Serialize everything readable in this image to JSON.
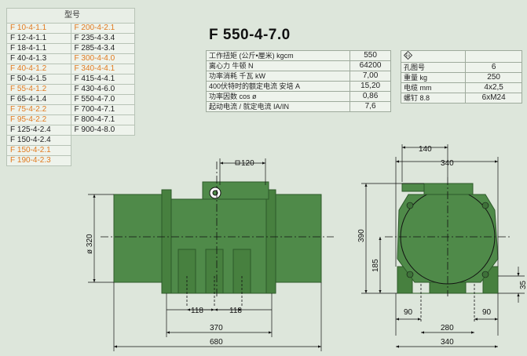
{
  "model_list": {
    "header": "型号",
    "col1": [
      {
        "text": "F 10-4-1.1",
        "color": "orange"
      },
      {
        "text": "F 12-4-1.1",
        "color": "black"
      },
      {
        "text": "F 18-4-1.1",
        "color": "black"
      },
      {
        "text": "F 40-4-1.3",
        "color": "black"
      },
      {
        "text": "F 40-4-1.2",
        "color": "orange"
      },
      {
        "text": "F 50-4-1.5",
        "color": "black"
      },
      {
        "text": "F 55-4-1.2",
        "color": "orange"
      },
      {
        "text": "F 65-4-1.4",
        "color": "black"
      },
      {
        "text": "F 75-4-2.2",
        "color": "orange"
      },
      {
        "text": "F 95-4-2.2",
        "color": "orange"
      },
      {
        "text": "F 125-4-2.4",
        "color": "black"
      },
      {
        "text": "F 150-4-2.4",
        "color": "black"
      },
      {
        "text": "F 150-4-2.1",
        "color": "orange"
      },
      {
        "text": "F 190-4-2.3",
        "color": "orange"
      }
    ],
    "col2": [
      {
        "text": "F 200-4-2.1",
        "color": "orange"
      },
      {
        "text": "F 235-4-3.4",
        "color": "black"
      },
      {
        "text": "F 285-4-3.4",
        "color": "black"
      },
      {
        "text": "F 300-4-4.0",
        "color": "orange"
      },
      {
        "text": "F 340-4-4.1",
        "color": "orange"
      },
      {
        "text": "F 415-4-4.1",
        "color": "black"
      },
      {
        "text": "F 430-4-6.0",
        "color": "black"
      },
      {
        "text": "F 550-4-7.0",
        "color": "black"
      },
      {
        "text": "F 700-4-7.1",
        "color": "black"
      },
      {
        "text": "F 800-4-7.1",
        "color": "black"
      },
      {
        "text": "F 900-4-8.0",
        "color": "black"
      }
    ],
    "orange_color": "#e07a1f"
  },
  "title": "F 550-4-7.0",
  "specs_left": [
    {
      "label": "工作扭矩 (公斤•厘米) kgcm",
      "value": "550"
    },
    {
      "label": "离心力 牛顿 N",
      "value": "64200"
    },
    {
      "label": "功率消耗 千瓦 kW",
      "value": "7,00"
    },
    {
      "label": "400伏特时的额定电流 安培 A",
      "value": "15,20"
    },
    {
      "label": "功率因数 cos ø",
      "value": "0,86"
    },
    {
      "label": "起动电流 / 就定电流 IA/IN",
      "value": "7,6"
    }
  ],
  "specs_right": [
    {
      "label": "Ex",
      "value": "",
      "icon": "ex-icon"
    },
    {
      "label": "孔图号",
      "value": "6"
    },
    {
      "label": "重量 kg",
      "value": "250"
    },
    {
      "label": "电缆 mm",
      "value": "4x2,5"
    },
    {
      "label": "螺钉 8.8",
      "value": "6xM24"
    }
  ],
  "dimensions": {
    "d120": "120",
    "d320": "ø 320",
    "d118a": "118",
    "d118b": "118",
    "d370": "370",
    "d680": "680",
    "d140": "140",
    "d340top": "340",
    "d390": "390",
    "d185": "185",
    "d35": "35",
    "d90a": "90",
    "d90b": "90",
    "d280": "280",
    "d340bot": "340"
  },
  "colors": {
    "motor": "#4f8a49",
    "motor_dark": "#3e7239",
    "background": "#dde6db",
    "line": "#111111"
  }
}
